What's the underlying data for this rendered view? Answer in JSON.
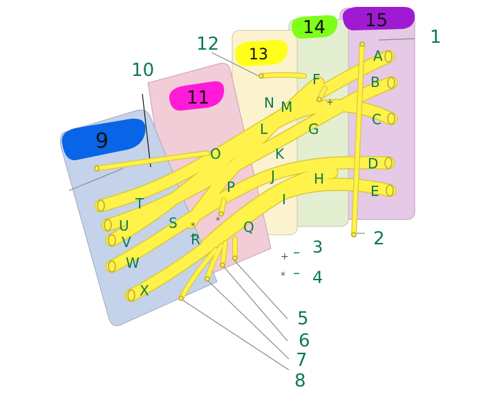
{
  "colors": {
    "panel_9": "#c5d3ea",
    "panel_11": "#f2ccd6",
    "panel_13": "#fbf3cf",
    "panel_14": "#e4efd2",
    "panel_15": "#e6c9e6",
    "label_9": "#0a64e8",
    "label_11": "#ff1ad9",
    "label_13": "#ffff1a",
    "label_14": "#7dff1a",
    "label_15": "#a01ad4",
    "nerve": "#fff24a",
    "nerve_edge": "#d9c83a",
    "ink": "#0c7a4f"
  },
  "region_labels": {
    "r9": "9",
    "r11": "11",
    "r13": "13",
    "r14": "14",
    "r15": "15"
  },
  "pointer_labels": {
    "p1": "1",
    "p2": "2",
    "p3": "3",
    "p4": "4",
    "p5": "5",
    "p6": "6",
    "p7": "7",
    "p8": "8",
    "p10": "10",
    "p12": "12"
  },
  "legend": {
    "plus_symbol": "+",
    "plus_dash": "–",
    "plus_number": "3",
    "star_symbol": "*",
    "star_dash": "–",
    "star_number": "4"
  },
  "letters": {
    "A": "A",
    "B": "B",
    "C": "C",
    "D": "D",
    "E": "E",
    "F": "F",
    "G": "G",
    "H": "H",
    "I": "I",
    "J": "J",
    "K": "K",
    "L": "L",
    "M": "M",
    "N": "N",
    "O": "O",
    "P": "P",
    "Q": "Q",
    "R": "R",
    "S": "S",
    "T": "T",
    "U": "U",
    "V": "V",
    "W": "W",
    "X": "X"
  }
}
